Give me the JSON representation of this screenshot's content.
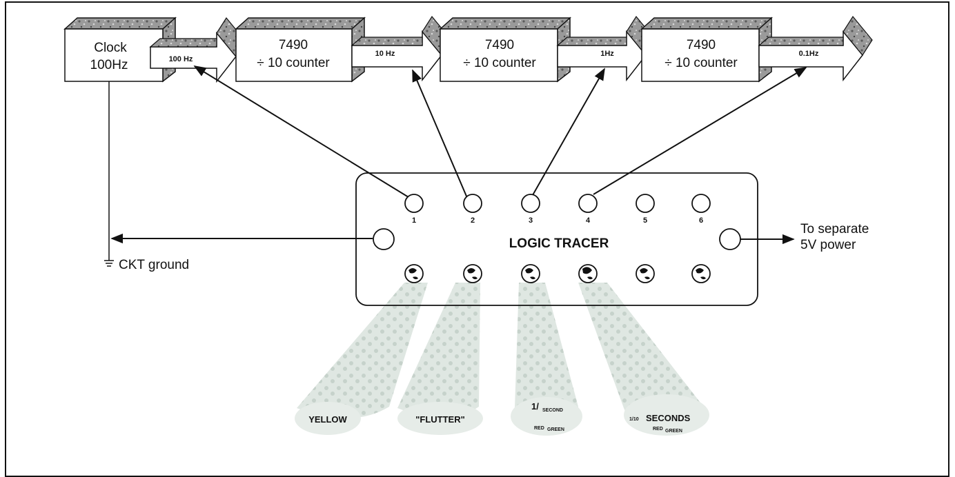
{
  "blocks": [
    {
      "line1": "Clock",
      "line2": "100Hz"
    },
    {
      "line1": "7490",
      "line2": "÷ 10 counter"
    },
    {
      "line1": "7490",
      "line2": "÷ 10 counter"
    },
    {
      "line1": "7490",
      "line2": "÷ 10 counter"
    }
  ],
  "signals": [
    "100 Hz",
    "10 Hz",
    "1Hz",
    "0.1Hz"
  ],
  "tracer": {
    "title": "LOGIC TRACER",
    "pins": [
      "1",
      "2",
      "3",
      "4",
      "5",
      "6"
    ]
  },
  "ground_label": "CKT ground",
  "power_label": {
    "line1": "To separate",
    "line2": "5V power"
  },
  "beams": [
    {
      "main": "YELLOW"
    },
    {
      "main": "\"FLUTTER\""
    },
    {
      "frac": "1/",
      "unit": "SECOND",
      "sub1": "RED",
      "sub2": "GREEN"
    },
    {
      "frac": "1/10",
      "main": "SECONDS",
      "sub1": "RED",
      "sub2": "GREEN"
    }
  ],
  "colors": {
    "stroke": "#111111",
    "block_shade": "#c9c9c9",
    "beam_fill": "#dde5e0"
  }
}
